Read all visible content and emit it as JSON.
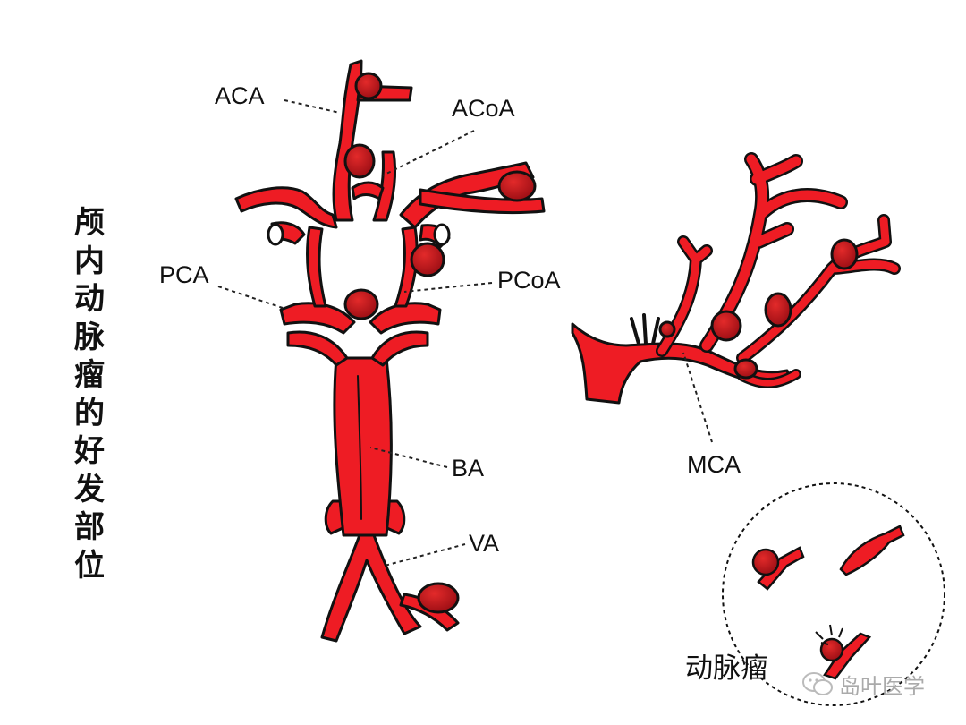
{
  "title": "颅内动脉瘤的好发部位",
  "labels": {
    "aca": "ACA",
    "acoa": "ACoA",
    "pca": "PCA",
    "pcoa": "PCoA",
    "ba": "BA",
    "va": "VA",
    "mca": "MCA"
  },
  "legend": {
    "text": "动脉瘤"
  },
  "watermark": {
    "text": "岛叶医学",
    "icon": "wechat-icon"
  },
  "colors": {
    "artery": "#ee1c24",
    "aneurysm": "#b3121a",
    "outline": "#111111",
    "leader": "#222222"
  }
}
